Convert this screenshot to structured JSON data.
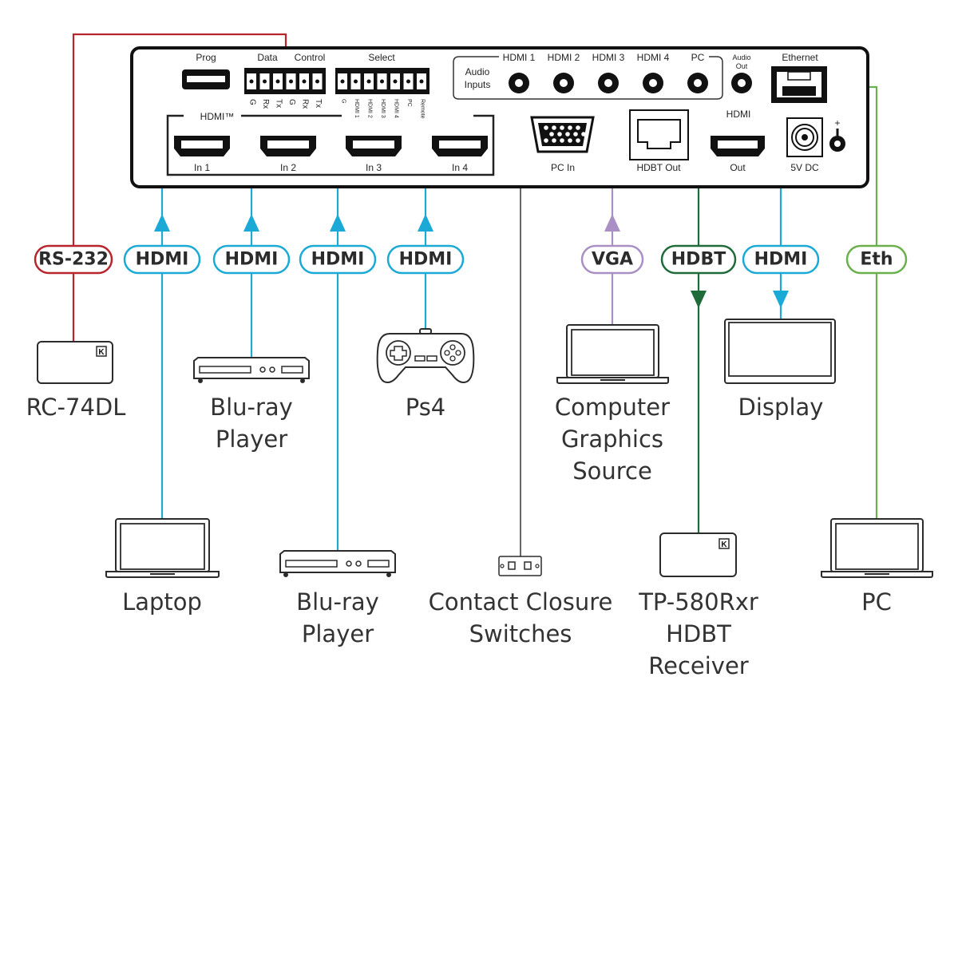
{
  "device_panel": {
    "prog": "Prog",
    "data": "Data",
    "control": "Control",
    "select": "Select",
    "data_pins": [
      "G",
      "Rx",
      "Tx",
      "G",
      "Rx",
      "Tx"
    ],
    "select_pins": [
      "G",
      "HDMI 1",
      "HDMI 2",
      "HDMI 3",
      "HDMI 4",
      "PC",
      "Remote"
    ],
    "hdmi_group": "HDMI™",
    "inputs": [
      "In 1",
      "In 2",
      "In 3",
      "In 4"
    ],
    "audio_inputs_line1": "Audio",
    "audio_inputs_line2": "Inputs",
    "audio_channels": [
      "HDMI 1",
      "HDMI 2",
      "HDMI 3",
      "HDMI 4",
      "PC"
    ],
    "audio_out_line1": "Audio",
    "audio_out_line2": "Out",
    "ethernet": "Ethernet",
    "pc_in": "PC In",
    "hdbt_out": "HDBT Out",
    "hdmi_out_title": "HDMI",
    "hdmi_out": "Out",
    "power": "5V DC",
    "polarity": "+"
  },
  "colors": {
    "rs232": "#b8262d",
    "hdmi": "#1ba9d6",
    "vga": "#a98fc4",
    "hdbt": "#1f6b3a",
    "eth": "#6ab04c",
    "contact": "#555555"
  },
  "connections": [
    {
      "id": "rs232",
      "label": "RS-232",
      "color_key": "rs232",
      "direction": "none"
    },
    {
      "id": "hdmi-in1",
      "label": "HDMI",
      "color_key": "hdmi",
      "direction": "in"
    },
    {
      "id": "hdmi-in2",
      "label": "HDMI",
      "color_key": "hdmi",
      "direction": "in"
    },
    {
      "id": "hdmi-in3",
      "label": "HDMI",
      "color_key": "hdmi",
      "direction": "in"
    },
    {
      "id": "hdmi-in4",
      "label": "HDMI",
      "color_key": "hdmi",
      "direction": "in"
    },
    {
      "id": "vga",
      "label": "VGA",
      "color_key": "vga",
      "direction": "in"
    },
    {
      "id": "hdbt",
      "label": "HDBT",
      "color_key": "hdbt",
      "direction": "out"
    },
    {
      "id": "hdmi-out",
      "label": "HDMI",
      "color_key": "hdmi",
      "direction": "out"
    },
    {
      "id": "eth",
      "label": "Eth",
      "color_key": "eth",
      "direction": "none"
    }
  ],
  "devices": {
    "rc74dl": [
      "RC-74DL"
    ],
    "bluray_top": [
      "Blu-ray",
      "Player"
    ],
    "ps4": [
      "Ps4"
    ],
    "computer": [
      "Computer",
      "Graphics",
      "Source"
    ],
    "display": [
      "Display"
    ],
    "laptop": [
      "Laptop"
    ],
    "bluray_bottom": [
      "Blu-ray",
      "Player"
    ],
    "contact": [
      "Contact Closure",
      "Switches"
    ],
    "receiver": [
      "TP-580Rxr",
      "HDBT",
      "Receiver"
    ],
    "pc": [
      "PC"
    ]
  }
}
